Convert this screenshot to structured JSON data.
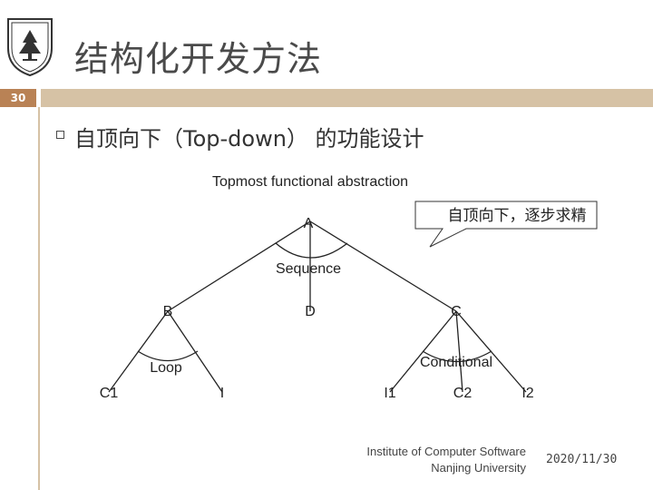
{
  "slide": {
    "number": "30",
    "title": "结构化开发方法",
    "heading": "自顶向下（Top-down） 的功能设计"
  },
  "diagram": {
    "top_label": "Topmost functional abstraction",
    "callout": "自顶向下，逐步求精",
    "nodes": {
      "A": "A",
      "B": "B",
      "D": "D",
      "C": "C",
      "C1": "C1",
      "I": "I",
      "I1": "I1",
      "C2": "C2",
      "I2": "I2"
    },
    "labels": {
      "sequence": "Sequence",
      "loop": "Loop",
      "conditional": "Conditional"
    }
  },
  "footer": {
    "institute_line1": "Institute of Computer Software",
    "institute_line2": "Nanjing University",
    "date": "2020/11/30"
  },
  "colors": {
    "accent_dark": "#b98255",
    "accent_light": "#d6c2a5",
    "title_text": "#4a4a4a"
  }
}
